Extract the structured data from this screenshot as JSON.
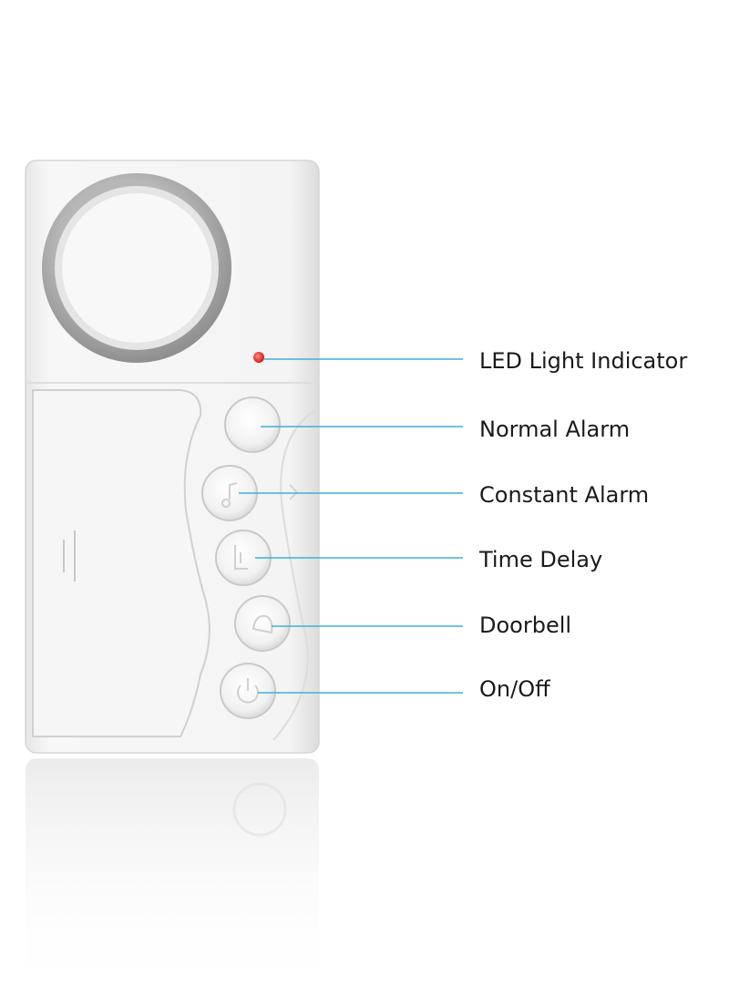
{
  "diagram": {
    "callouts": [
      {
        "id": "led",
        "label": "LED Light Indicator"
      },
      {
        "id": "normal",
        "label": "Normal Alarm"
      },
      {
        "id": "constant",
        "label": "Constant Alarm"
      },
      {
        "id": "delay",
        "label": "Time Delay"
      },
      {
        "id": "doorbell",
        "label": "Doorbell"
      },
      {
        "id": "onoff",
        "label": "On/Off"
      }
    ],
    "colors": {
      "leader_line": "#3fb0d9",
      "led": "#e8231f",
      "device_body": "#f4f4f4",
      "speaker_ring": "#a9a9a9"
    }
  }
}
